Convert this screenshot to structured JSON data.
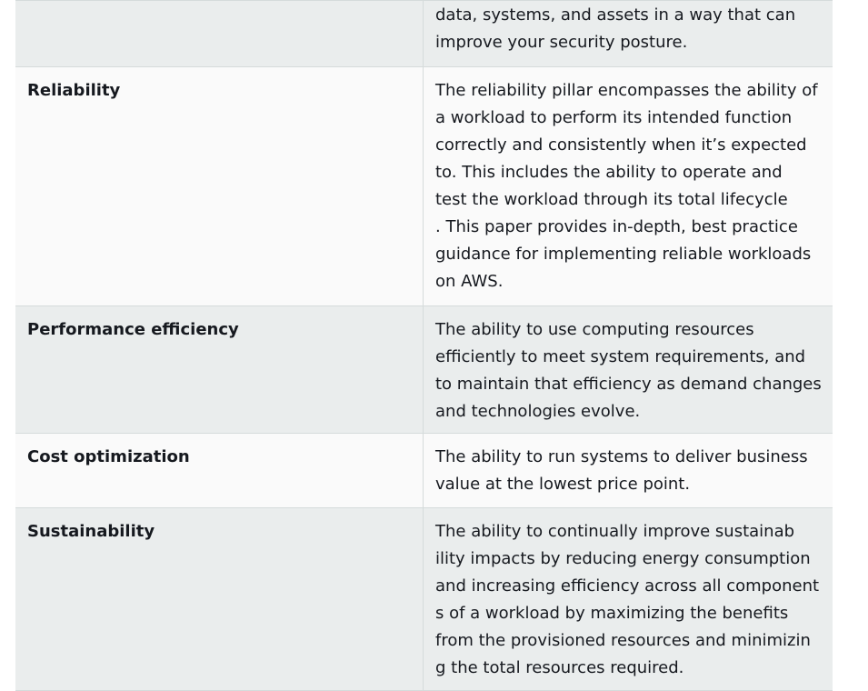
{
  "table": {
    "rows": [
      {
        "name": "",
        "lines": [
          "data, systems, and assets in a way that can",
          "improve your security posture."
        ]
      },
      {
        "name": "Reliability",
        "lines": [
          "The reliability pillar encompasses the ability of",
          "a workload to perform its intended function",
          "correctly and consistently when it’s expected",
          "to. This includes the ability to operate and",
          "test the workload through its total lifecycle",
          ". This paper provides in-depth, best practice",
          "guidance for implementing reliable workloads",
          "on AWS."
        ]
      },
      {
        "name": "Performance efficiency",
        "lines": [
          "The ability to use computing resources",
          "efficiently to meet system requirements, and",
          "to maintain that efficiency as demand changes",
          "and technologies evolve."
        ]
      },
      {
        "name": "Cost optimization",
        "lines": [
          "The ability to run systems to deliver business",
          "value at the lowest price point."
        ]
      },
      {
        "name": "Sustainability",
        "lines": [
          "The ability to continually improve sustainab",
          "ility impacts by reducing energy consumption",
          "and increasing efficiency across all component",
          "s of a workload by maximizing the benefits",
          "from the provisioned resources and minimizin",
          "g the total resources required."
        ]
      }
    ]
  }
}
